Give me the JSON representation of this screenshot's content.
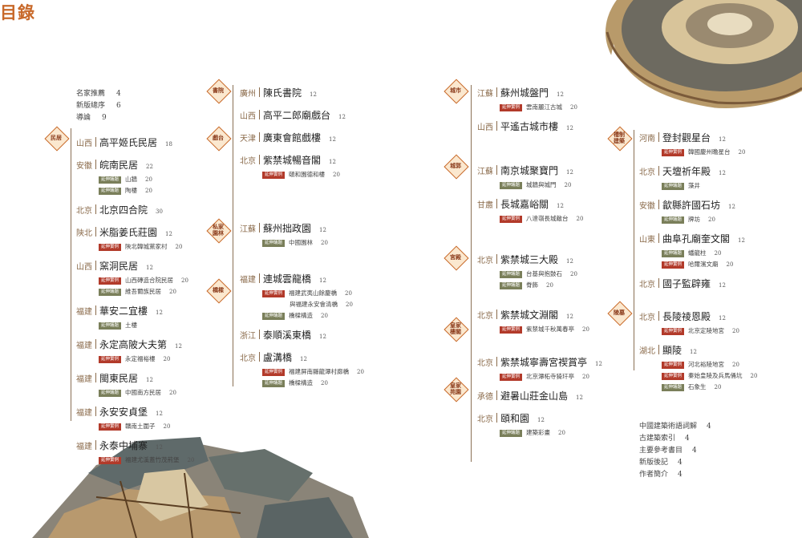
{
  "title": "目錄",
  "front_matter": [
    {
      "label": "名家推薦",
      "page": "4"
    },
    {
      "label": "新版總序",
      "page": "6"
    },
    {
      "label": "導論",
      "page": "9"
    }
  ],
  "back_matter": [
    {
      "label": "中國建築術語詞解",
      "page": "4"
    },
    {
      "label": "古建築索引",
      "page": "4"
    },
    {
      "label": "主要參考書目",
      "page": "4"
    },
    {
      "label": "新版後記",
      "page": "4"
    },
    {
      "label": "作者簡介",
      "page": "4"
    }
  ],
  "tags": {
    "extend": "延伸實例",
    "reading": "延伸議題"
  },
  "categories": [
    {
      "label": "民居"
    },
    {
      "label": "書院"
    },
    {
      "label": "戲台"
    },
    {
      "label": "私家園林"
    },
    {
      "label": "橋樑"
    },
    {
      "label": "城市"
    },
    {
      "label": "城郭"
    },
    {
      "label": "宮殿"
    },
    {
      "label": "皇家樓閣"
    },
    {
      "label": "皇家苑園"
    },
    {
      "label": "禮制建築"
    },
    {
      "label": "陵墓"
    }
  ],
  "col1": [
    {
      "prov": "山西",
      "name": "高平姬氏民居",
      "page": "18",
      "subs": []
    },
    {
      "prov": "安徽",
      "name": "皖南民居",
      "page": "22",
      "subs": [
        {
          "tag": "reading",
          "text": "山牆",
          "page": "20"
        },
        {
          "tag": "reading",
          "text": "陶樓",
          "page": "20"
        }
      ]
    },
    {
      "prov": "北京",
      "name": "北京四合院",
      "page": "30",
      "subs": []
    },
    {
      "prov": "陝北",
      "name": "米脂姜氏莊園",
      "page": "12",
      "subs": [
        {
          "tag": "extend",
          "text": "陝北韓城黨家村",
          "page": "20"
        }
      ]
    },
    {
      "prov": "山西",
      "name": "窯洞民居",
      "page": "12",
      "subs": [
        {
          "tag": "extend",
          "text": "山西磚造合院民居",
          "page": "20"
        },
        {
          "tag": "reading",
          "text": "維吾爾族民居",
          "page": "20"
        }
      ]
    },
    {
      "prov": "福建",
      "name": "華安二宜樓",
      "page": "12",
      "subs": [
        {
          "tag": "reading",
          "text": "土樓",
          "page": ""
        }
      ]
    },
    {
      "prov": "福建",
      "name": "永定高陂大夫第",
      "page": "12",
      "subs": [
        {
          "tag": "extend",
          "text": "永定福裕樓",
          "page": "20"
        }
      ]
    },
    {
      "prov": "福建",
      "name": "閩東民居",
      "page": "12",
      "subs": [
        {
          "tag": "reading",
          "text": "中國南方民居",
          "page": "20"
        }
      ]
    },
    {
      "prov": "福建",
      "name": "永安安貞堡",
      "page": "12",
      "subs": [
        {
          "tag": "extend",
          "text": "贛南土圍子",
          "page": "20"
        }
      ]
    },
    {
      "prov": "福建",
      "name": "永泰中埔寨",
      "page": "12",
      "subs": [
        {
          "tag": "extend",
          "text": "福建尤溪蓋竹茂荊堡",
          "page": "20"
        }
      ]
    }
  ],
  "col2": [
    {
      "prov": "廣州",
      "name": "陳氏書院",
      "page": "12",
      "subs": []
    },
    {
      "prov": "山西",
      "name": "高平二郎廟戲台",
      "page": "12",
      "subs": []
    },
    {
      "prov": "天津",
      "name": "廣東會館戲樓",
      "page": "12",
      "subs": []
    },
    {
      "prov": "北京",
      "name": "紫禁城暢音閣",
      "page": "12",
      "subs": [
        {
          "tag": "extend",
          "text": "頤和園德和樓",
          "page": "20"
        }
      ]
    },
    {
      "prov": "江蘇",
      "name": "蘇州拙政園",
      "page": "12",
      "subs": [
        {
          "tag": "reading",
          "text": "中國園林",
          "page": "20"
        }
      ]
    },
    {
      "prov": "福建",
      "name": "連城雲龍橋",
      "page": "12",
      "subs": [
        {
          "tag": "extend",
          "text": "福建武夷山餘慶橋",
          "page": "20"
        },
        {
          "tag": "",
          "text": "與福建永安會清橋",
          "page": "20"
        },
        {
          "tag": "reading",
          "text": "橋樑構造",
          "page": "20"
        }
      ]
    },
    {
      "prov": "浙江",
      "name": "泰順溪東橋",
      "page": "12",
      "subs": []
    },
    {
      "prov": "北京",
      "name": "盧溝橋",
      "page": "12",
      "subs": [
        {
          "tag": "extend",
          "text": "福建屏南縣龍潭村廊橋",
          "page": "20"
        },
        {
          "tag": "reading",
          "text": "橋樑構造",
          "page": "20"
        }
      ]
    }
  ],
  "col3": [
    {
      "prov": "江蘇",
      "name": "蘇州城盤門",
      "page": "12",
      "subs": [
        {
          "tag": "extend",
          "text": "雲南麗江古城",
          "page": "20"
        }
      ]
    },
    {
      "prov": "山西",
      "name": "平遙古城市樓",
      "page": "12",
      "subs": []
    },
    {
      "prov": "江蘇",
      "name": "南京城聚寶門",
      "page": "12",
      "subs": [
        {
          "tag": "reading",
          "text": "城牆與城門",
          "page": "20"
        }
      ]
    },
    {
      "prov": "甘肅",
      "name": "長城嘉峪關",
      "page": "12",
      "subs": [
        {
          "tag": "extend",
          "text": "八達嶺長城敵台",
          "page": "20"
        }
      ]
    },
    {
      "prov": "北京",
      "name": "紫禁城三大殿",
      "page": "12",
      "subs": [
        {
          "tag": "reading",
          "text": "台基與抱鼓石",
          "page": "20"
        },
        {
          "tag": "reading",
          "text": "脊飾",
          "page": "20"
        }
      ]
    },
    {
      "prov": "北京",
      "name": "紫禁城文淵閣",
      "page": "12",
      "subs": [
        {
          "tag": "extend",
          "text": "紫禁城千秋萬春亭",
          "page": "20"
        }
      ]
    },
    {
      "prov": "北京",
      "name": "紫禁城寧壽宮禊賞亭",
      "page": "12",
      "subs": [
        {
          "tag": "extend",
          "text": "北京潭柘寺猗玕亭",
          "page": "20"
        }
      ]
    },
    {
      "prov": "承德",
      "name": "避暑山莊金山島",
      "page": "12",
      "subs": []
    },
    {
      "prov": "北京",
      "name": "頤和園",
      "page": "12",
      "subs": [
        {
          "tag": "reading",
          "text": "建築彩畫",
          "page": "20"
        }
      ]
    }
  ],
  "col4": [
    {
      "prov": "河南",
      "name": "登封觀星台",
      "page": "12",
      "subs": [
        {
          "tag": "extend",
          "text": "韓國慶州瞻星台",
          "page": "20"
        }
      ]
    },
    {
      "prov": "北京",
      "name": "天壇祈年殿",
      "page": "12",
      "subs": [
        {
          "tag": "reading",
          "text": "藻井",
          "page": ""
        }
      ]
    },
    {
      "prov": "安徽",
      "name": "歙縣許國石坊",
      "page": "12",
      "subs": [
        {
          "tag": "reading",
          "text": "牌坊",
          "page": "20"
        }
      ]
    },
    {
      "prov": "山東",
      "name": "曲阜孔廟奎文閣",
      "page": "12",
      "subs": [
        {
          "tag": "reading",
          "text": "蟠龍柱",
          "page": "20"
        },
        {
          "tag": "extend",
          "text": "哈爾濱文廟",
          "page": "20"
        }
      ]
    },
    {
      "prov": "北京",
      "name": "國子監辟雍",
      "page": "12",
      "subs": []
    },
    {
      "prov": "北京",
      "name": "長陵祾恩殿",
      "page": "12",
      "subs": [
        {
          "tag": "extend",
          "text": "北京定陵地宮",
          "page": "20"
        }
      ]
    },
    {
      "prov": "湖北",
      "name": "顯陵",
      "page": "12",
      "subs": [
        {
          "tag": "extend",
          "text": "河北裕陵地宮",
          "page": "20"
        },
        {
          "tag": "extend",
          "text": "秦始皇陵及兵馬俑坑",
          "page": "20"
        },
        {
          "tag": "reading",
          "text": "石象生",
          "page": "20"
        }
      ]
    }
  ]
}
